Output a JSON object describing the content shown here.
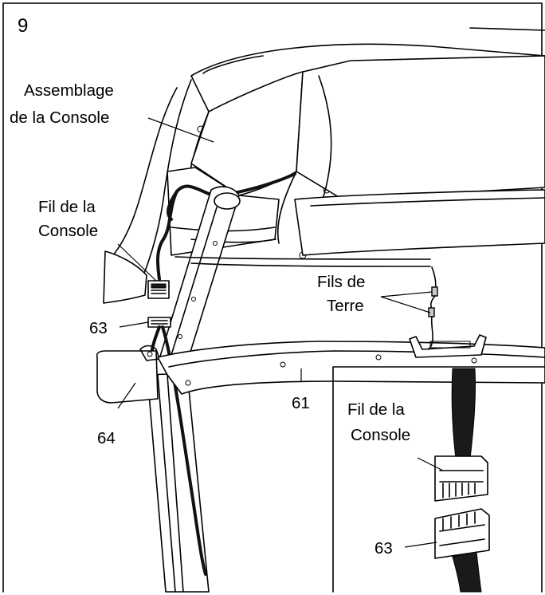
{
  "figure": {
    "step_number": "9",
    "labels": {
      "console_assembly_line1": "Assemblage",
      "console_assembly_line2": "de la Console",
      "console_wire_line1": "Fil de la",
      "console_wire_line2": "Console",
      "ground_wires_line1": "Fils de",
      "ground_wires_line2": "Terre",
      "part_63": "63",
      "part_64": "64",
      "part_61": "61"
    },
    "inset": {
      "console_wire_line1": "Fil de la",
      "console_wire_line2": "Console",
      "part_63": "63"
    }
  }
}
